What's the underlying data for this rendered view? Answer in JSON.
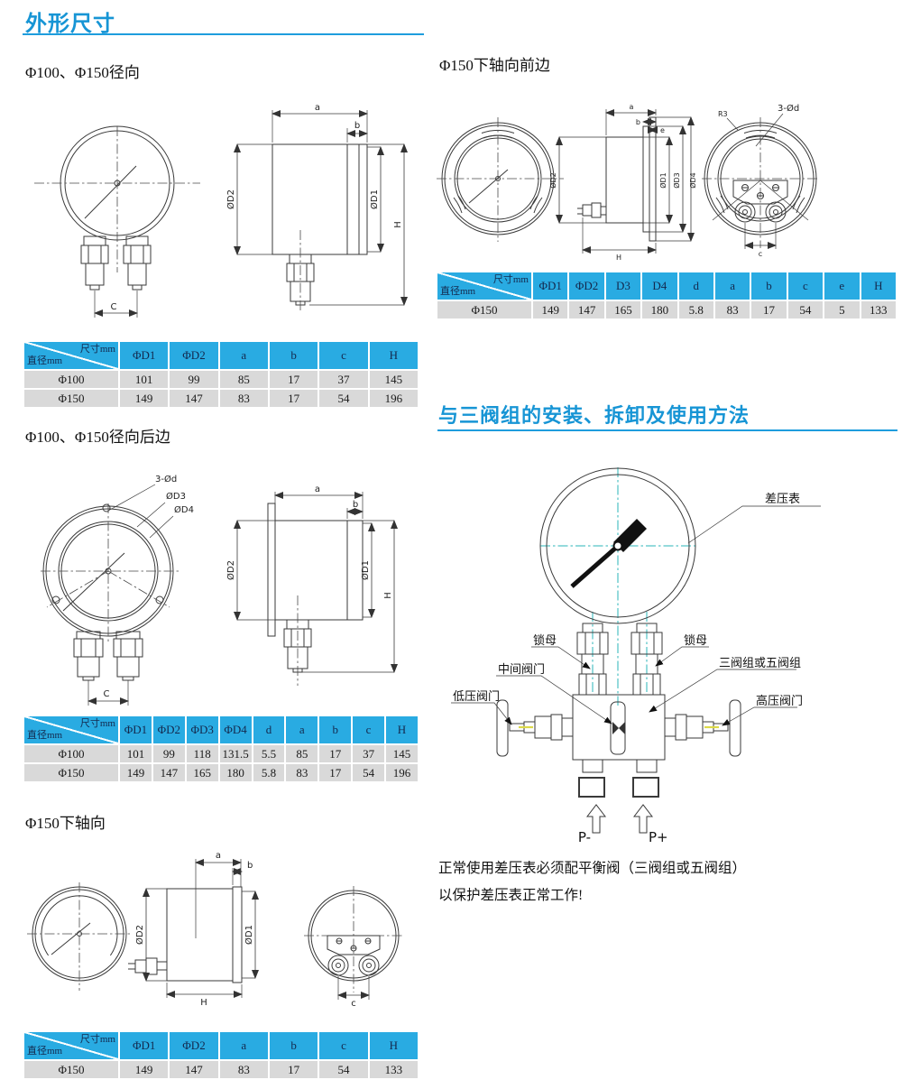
{
  "titles": {
    "dimensions": "外形尺寸",
    "installation": "与三阀组的安装、拆卸及使用方法"
  },
  "headings": {
    "radial": "Φ100、Φ150径向",
    "axial_front": "Φ150下轴向前边",
    "radial_back": "Φ100、Φ150径向后边",
    "axial": "Φ150下轴向"
  },
  "note": {
    "line1": "正常使用差压表必须配平衡阀（三阀组或五阀组）",
    "line2": "以保护差压表正常工作!"
  },
  "tables": {
    "radial": {
      "corner_top": "尺寸mm",
      "corner_bottom": "直径mm",
      "headers": [
        "ΦD1",
        "ΦD2",
        "a",
        "b",
        "c",
        "H"
      ],
      "rows": [
        {
          "label": "Φ100",
          "values": [
            "101",
            "99",
            "85",
            "17",
            "37",
            "145"
          ]
        },
        {
          "label": "Φ150",
          "values": [
            "149",
            "147",
            "83",
            "17",
            "54",
            "196"
          ]
        }
      ]
    },
    "axial_front": {
      "corner_top": "尺寸mm",
      "corner_bottom": "直径mm",
      "headers": [
        "ΦD1",
        "ΦD2",
        "D3",
        "D4",
        "d",
        "a",
        "b",
        "c",
        "e",
        "H"
      ],
      "rows": [
        {
          "label": "Φ150",
          "values": [
            "149",
            "147",
            "165",
            "180",
            "5.8",
            "83",
            "17",
            "54",
            "5",
            "133"
          ]
        }
      ]
    },
    "radial_back": {
      "corner_top": "尺寸mm",
      "corner_bottom": "直径mm",
      "headers": [
        "ΦD1",
        "ΦD2",
        "ΦD3",
        "ΦD4",
        "d",
        "a",
        "b",
        "c",
        "H"
      ],
      "rows": [
        {
          "label": "Φ100",
          "values": [
            "101",
            "99",
            "118",
            "131.5",
            "5.5",
            "85",
            "17",
            "37",
            "145"
          ]
        },
        {
          "label": "Φ150",
          "values": [
            "149",
            "147",
            "165",
            "180",
            "5.8",
            "83",
            "17",
            "54",
            "196"
          ]
        }
      ]
    },
    "axial": {
      "corner_top": "尺寸mm",
      "corner_bottom": "直径mm",
      "headers": [
        "ΦD1",
        "ΦD2",
        "a",
        "b",
        "c",
        "H"
      ],
      "rows": [
        {
          "label": "Φ150",
          "values": [
            "149",
            "147",
            "83",
            "17",
            "54",
            "133"
          ]
        }
      ]
    }
  },
  "dims": {
    "a": "a",
    "b": "b",
    "c": "c",
    "C": "C",
    "e": "e",
    "H": "H",
    "d1": "ØD1",
    "d2": "ØD2",
    "d3": "ØD3",
    "d4": "ØD4",
    "holes3": "3-Ød",
    "r3": "R3"
  },
  "manifold": {
    "gauge_label": "差压表",
    "lock_nut_left": "锁母",
    "lock_nut_right": "锁母",
    "middle_valve": "中间阀门",
    "valve_group": "三阀组或五阀组",
    "low_valve": "低压阀门",
    "high_valve": "高压阀门",
    "p_minus": "P-",
    "p_plus": "P+"
  },
  "colors": {
    "accent_blue": "#1795d5",
    "table_header_bg": "#29abe2",
    "table_row_bg": "#d9d9d9",
    "centerline_teal": "#2ab5b8",
    "line": "#3a3a3a"
  }
}
